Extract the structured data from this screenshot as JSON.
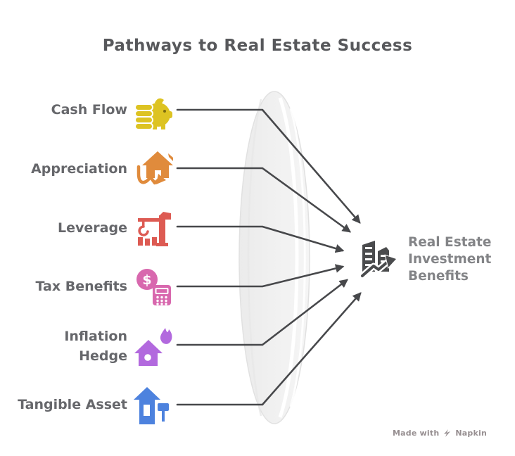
{
  "title": "Pathways to Real Estate Success",
  "pathways": {
    "items": [
      {
        "label": "Cash Flow",
        "icon": "piggy-bank-coins-icon",
        "color": "#ddc322"
      },
      {
        "label": "Appreciation",
        "icon": "house-growth-arrow-icon",
        "color": "#e08b3c"
      },
      {
        "label": "Leverage",
        "icon": "construction-crane-icon",
        "color": "#dd5b53"
      },
      {
        "label": "Tax Benefits",
        "icon": "dollar-calculator-icon",
        "color": "#d868ae"
      },
      {
        "label": "Inflation Hedge",
        "icon": "house-flame-icon",
        "color": "#b269de"
      },
      {
        "label": "Tangible Asset",
        "icon": "house-sign-icon",
        "color": "#4d82de"
      }
    ]
  },
  "result": {
    "label": "Real Estate Investment Benefits",
    "icon": "city-buildings-growth-icon",
    "color": "#4a4b4d"
  },
  "footer": {
    "made_with": "Made with",
    "brand": "Napkin"
  },
  "theme": {
    "background": "#ffffff",
    "title_color": "#57585b",
    "label_color": "#66676b",
    "result_text_color": "#838487",
    "connector_color": "#47484b",
    "lens_fill": "#efefef",
    "lens_outline": "#e1e1e1"
  }
}
